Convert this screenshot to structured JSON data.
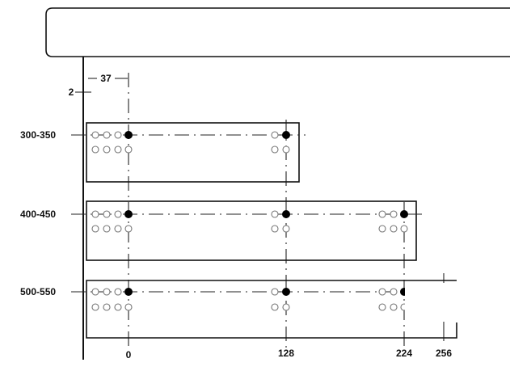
{
  "diagram": {
    "dimensions": {
      "offset_top": "37",
      "offset_left": "2"
    },
    "rows": [
      {
        "label": "300-350",
        "positions": [
          0,
          128
        ]
      },
      {
        "label": "400-450",
        "positions": [
          0,
          128,
          224
        ]
      },
      {
        "label": "500-550",
        "positions": [
          0,
          128,
          224
        ]
      }
    ],
    "axis_labels": [
      "0",
      "128",
      "224",
      "256"
    ],
    "colors": {
      "line": "#111111",
      "hole_open": "#777777",
      "hole_filled": "#000000"
    }
  }
}
